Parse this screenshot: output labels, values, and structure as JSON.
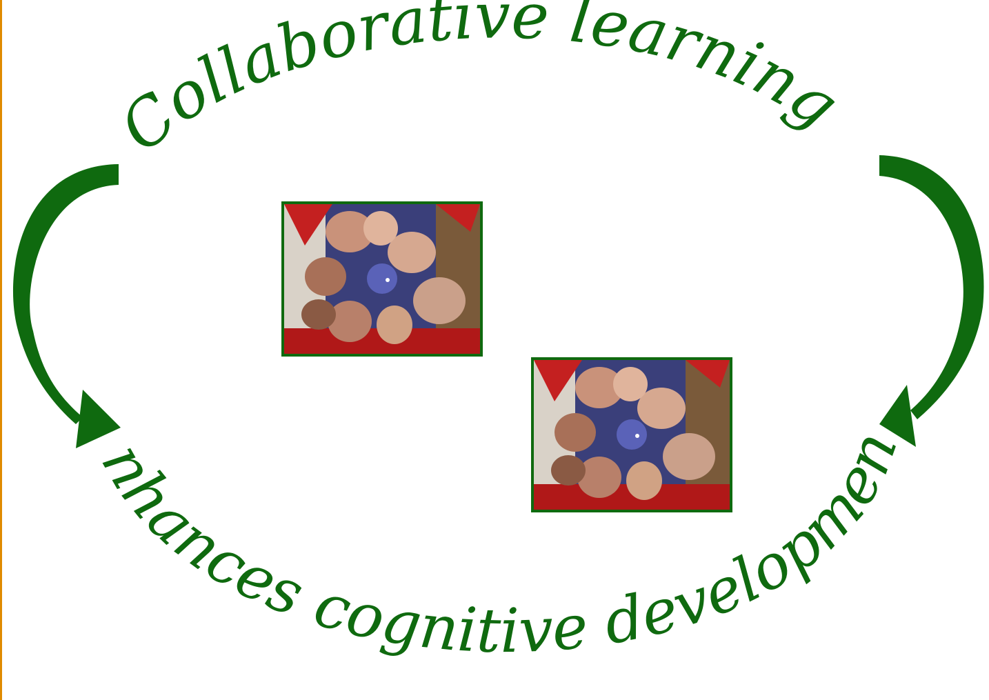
{
  "diagram": {
    "top_text": "Collaborative learning",
    "bottom_text": "enhances cognitive development",
    "colors": {
      "text": "#0f6a0f",
      "arrows": "#0f6a0f",
      "photo_border": "#0f6a0f",
      "left_edge": "#e08a00"
    },
    "photos": [
      {
        "icon": "group-huddle-photo"
      },
      {
        "icon": "group-huddle-photo"
      }
    ]
  }
}
